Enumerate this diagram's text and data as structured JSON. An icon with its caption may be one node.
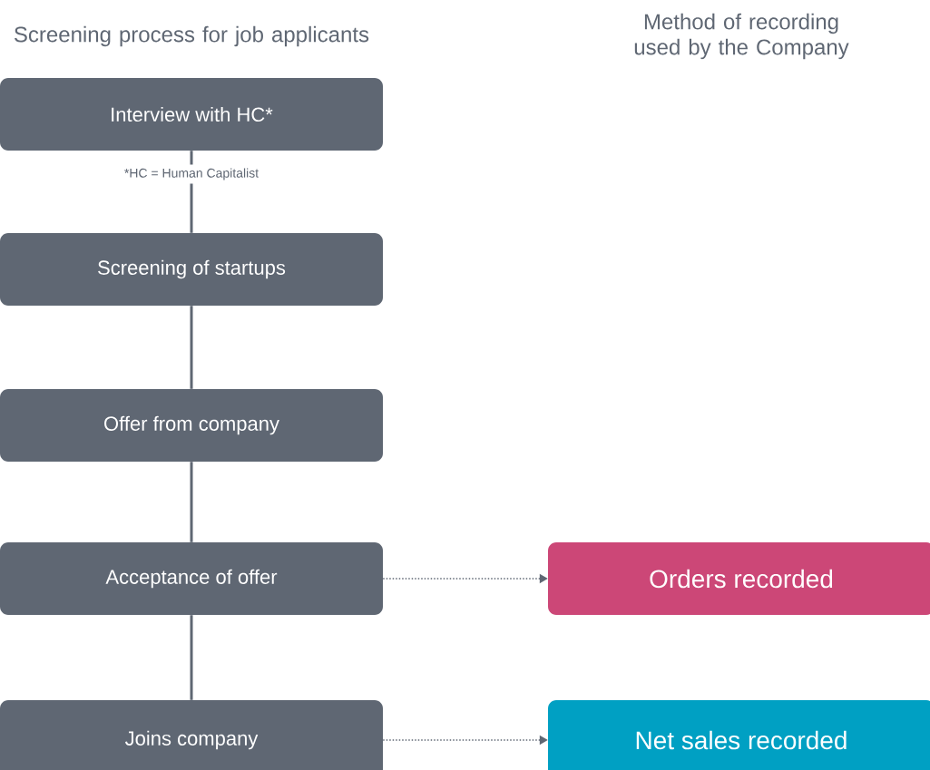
{
  "diagram": {
    "nodes": [
      {
        "text": [
          "Interview with HC*"
        ],
        "beside": [
          "*HC = Human Capitalist"
        ]
      },
      {
        "text": [
          "Screening of startups"
        ]
      },
      {
        "text": [
          "Offer from company"
        ]
      },
      {
        "text": [
          "Acceptance of offer"
        ]
      },
      {
        "text": [
          "Joins company"
        ]
      },
      {
        "text": [
          "Orders recorded"
        ]
      },
      {
        "text": [
          "Net sales recorded"
        ]
      }
    ],
    "edges": [
      {
        "from": 0,
        "to": 1,
        "arrow": "none"
      },
      {
        "from": 1,
        "to": 2,
        "arrow": "none"
      },
      {
        "from": 2,
        "to": 3,
        "arrow": "none"
      },
      {
        "from": 3,
        "to": 4,
        "arrow": "none"
      },
      {
        "from": 3,
        "to": 5,
        "arrow": "to",
        "style": "dashed"
      },
      {
        "from": 4,
        "to": 6,
        "arrow": "to",
        "style": "dashed"
      }
    ],
    "labels": [
      "Screening process for job applicants",
      "Method of recording used by the Company"
    ]
  }
}
